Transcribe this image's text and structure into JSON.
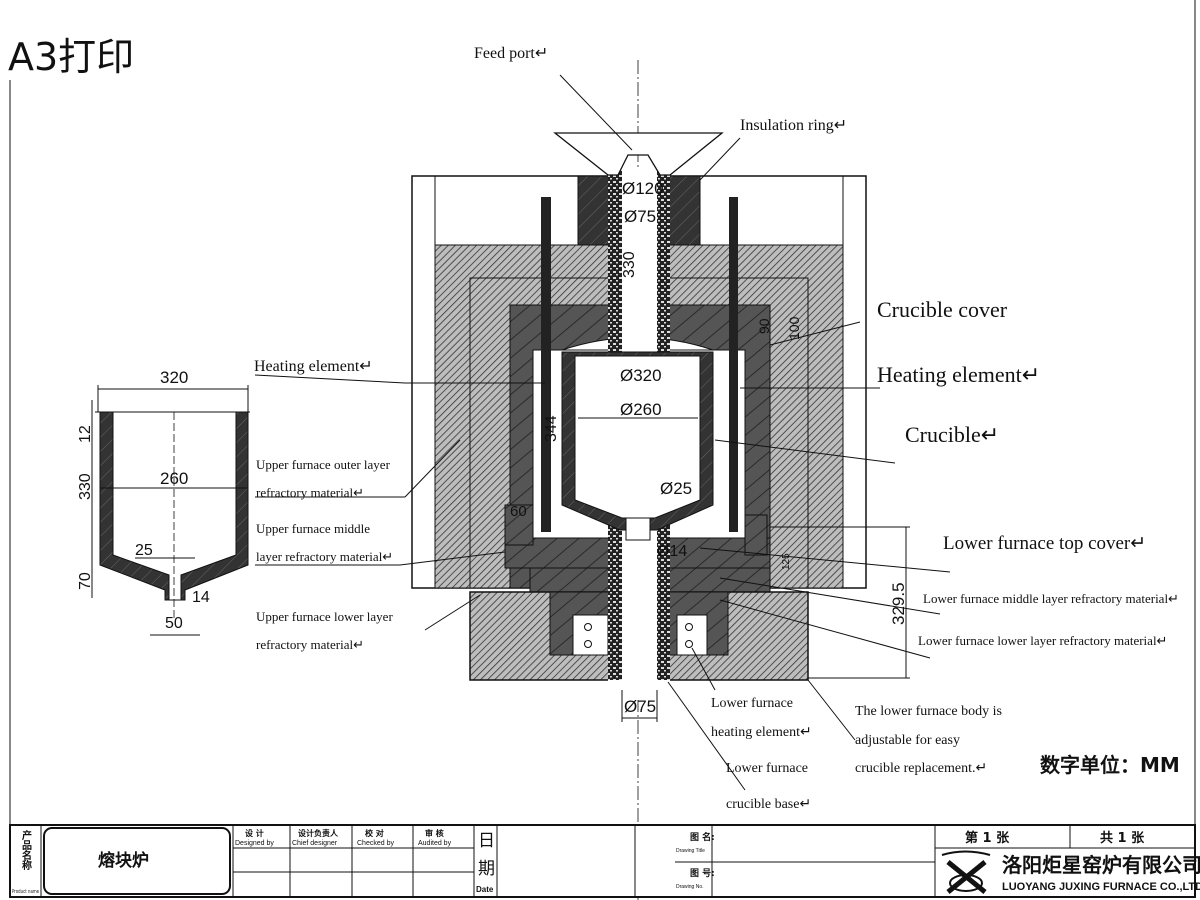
{
  "header": {
    "print_size": "A3打印"
  },
  "labels": {
    "feed_port": "Feed port↵",
    "insulation_ring": "Insulation ring↵",
    "crucible_cover": "Crucible cover",
    "heating_element_right": "Heating element↵",
    "heating_element_left": "Heating element↵",
    "crucible": "Crucible↵",
    "upper_outer_1": "Upper furnace outer layer",
    "upper_outer_2": "refractory material↵",
    "upper_middle_1": "Upper furnace middle",
    "upper_middle_2": "layer refractory material↵",
    "upper_lower_1": "Upper furnace lower layer",
    "upper_lower_2": "refractory material↵",
    "lower_top_cover": "Lower furnace top cover↵",
    "lower_middle": "Lower furnace middle layer refractory material↵",
    "lower_lower": "Lower furnace lower layer refractory material↵",
    "lower_heating_1": "Lower furnace",
    "lower_heating_2": "heating element↵",
    "lower_base_1": "Lower furnace",
    "lower_base_2": "crucible base↵",
    "adjustable_1": "The lower furnace body is",
    "adjustable_2": "adjustable for easy",
    "adjustable_3": "crucible replacement.↵",
    "units": "数字单位：MM"
  },
  "dimensions": {
    "d120": "Ø120",
    "d75_top": "Ø75",
    "h330": "330",
    "h90": "90",
    "h100": "100",
    "d320": "Ø320",
    "d260": "Ø260",
    "h344": "344",
    "d25": "Ø25",
    "h60": "60",
    "d14": "Ø14",
    "h125": "125",
    "h329_5": "329.5",
    "d75_bottom": "Ø75"
  },
  "detail_crucible": {
    "w320": "320",
    "h12": "12",
    "h330": "330",
    "w260": "260",
    "w25": "25",
    "h70": "70",
    "w14": "14",
    "w50": "50"
  },
  "title_block": {
    "product_name_label": "产品名称",
    "product_name_en": "Product name",
    "product_name": "熔块炉",
    "designed_cn": "设 计",
    "designed_en": "Designed by",
    "chief_cn": "设计负责人",
    "chief_en": "Chief designer",
    "checked_cn": "校 对",
    "checked_en": "Checked by",
    "audited_cn": "审 核",
    "audited_en": "Audited by",
    "date_cn_1": "日",
    "date_cn_2": "期",
    "date_en": "Date",
    "drawing_title_cn": "图 名:",
    "drawing_title_en": "Drawing Title",
    "drawing_no_cn": "图 号:",
    "drawing_no_en": "Drawing No.",
    "sheet": "第 1 张",
    "total": "共 1 张",
    "company_cn": "洛阳炬星窑炉有限公司",
    "company_en": "LUOYANG JUXING FURNACE CO.,LTD"
  }
}
